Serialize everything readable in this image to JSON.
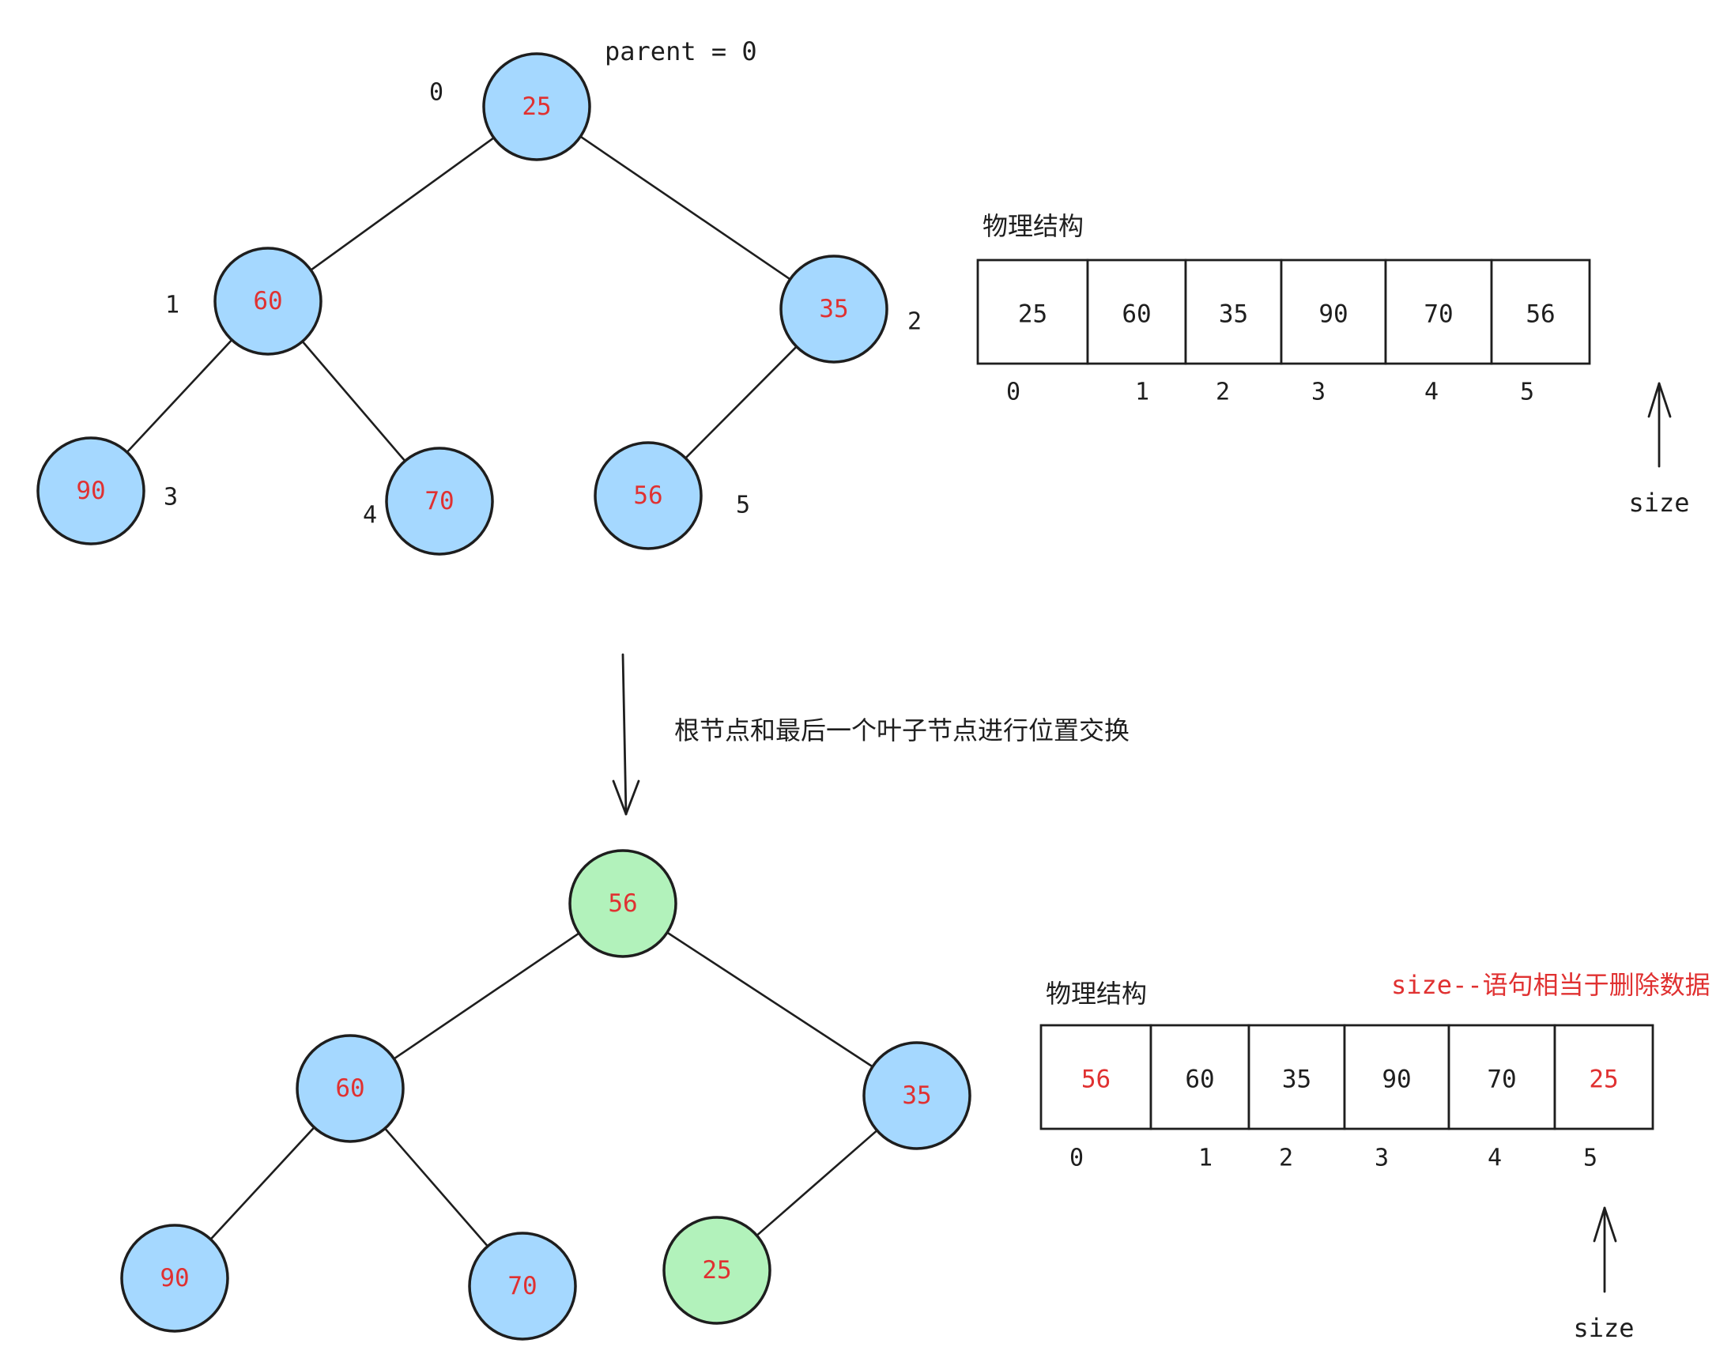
{
  "colors": {
    "node_fill": "#a5d8ff",
    "highlight_fill": "#b2f2bb",
    "value_text": "#e03131",
    "ink": "#1e1e1e"
  },
  "top": {
    "parent_label": "parent = 0",
    "struct_label": "物理结构",
    "size_label": "size",
    "nodes": [
      {
        "id": "n0",
        "value": "25",
        "index": "0",
        "highlight": false
      },
      {
        "id": "n1",
        "value": "60",
        "index": "1",
        "highlight": false
      },
      {
        "id": "n2",
        "value": "35",
        "index": "2",
        "highlight": false
      },
      {
        "id": "n3",
        "value": "90",
        "index": "3",
        "highlight": false
      },
      {
        "id": "n4",
        "value": "70",
        "index": "4",
        "highlight": false
      },
      {
        "id": "n5",
        "value": "56",
        "index": "5",
        "highlight": false
      }
    ],
    "edges": [
      [
        "n0",
        "n1"
      ],
      [
        "n0",
        "n2"
      ],
      [
        "n1",
        "n3"
      ],
      [
        "n1",
        "n4"
      ],
      [
        "n2",
        "n5"
      ]
    ],
    "cells": [
      {
        "value": "25",
        "red": false
      },
      {
        "value": "60",
        "red": false
      },
      {
        "value": "35",
        "red": false
      },
      {
        "value": "90",
        "red": false
      },
      {
        "value": "70",
        "red": false
      },
      {
        "value": "56",
        "red": false
      }
    ],
    "cell_indices": [
      "0",
      "1",
      "2",
      "3",
      "4",
      "5"
    ]
  },
  "step_caption": "根节点和最后一个叶子节点进行位置交换",
  "bottom": {
    "struct_label": "物理结构",
    "note": "size--语句相当于删除数据",
    "size_label": "size",
    "nodes": [
      {
        "id": "m0",
        "value": "56",
        "highlight": true
      },
      {
        "id": "m1",
        "value": "60",
        "highlight": false
      },
      {
        "id": "m2",
        "value": "35",
        "highlight": false
      },
      {
        "id": "m3",
        "value": "90",
        "highlight": false
      },
      {
        "id": "m4",
        "value": "70",
        "highlight": false
      },
      {
        "id": "m5",
        "value": "25",
        "highlight": true
      }
    ],
    "edges": [
      [
        "m0",
        "m1"
      ],
      [
        "m0",
        "m2"
      ],
      [
        "m1",
        "m3"
      ],
      [
        "m1",
        "m4"
      ],
      [
        "m2",
        "m5"
      ]
    ],
    "cells": [
      {
        "value": "56",
        "red": true
      },
      {
        "value": "60",
        "red": false
      },
      {
        "value": "35",
        "red": false
      },
      {
        "value": "90",
        "red": false
      },
      {
        "value": "70",
        "red": false
      },
      {
        "value": "25",
        "red": true
      }
    ],
    "cell_indices": [
      "0",
      "1",
      "2",
      "3",
      "4",
      "5"
    ]
  }
}
